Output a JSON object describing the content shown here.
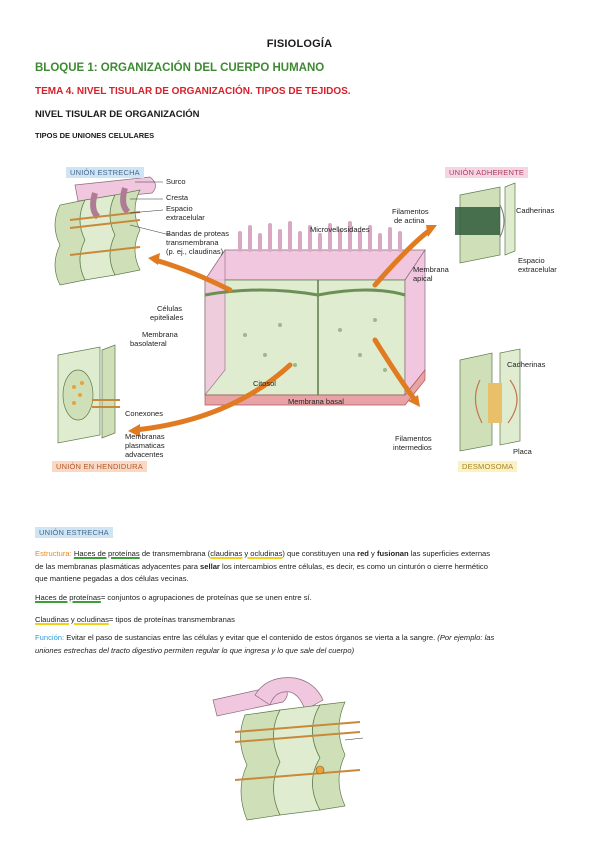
{
  "header": {
    "title": "FISIOLOGÍA",
    "bloque": "BLOQUE 1: ORGANIZACIÓN DEL CUERPO HUMANO",
    "tema": "TEMA 4. NIVEL TISULAR DE ORGANIZACIÓN. TIPOS DE TEJIDOS.",
    "nivel": "NIVEL TISULAR DE ORGANIZACIÓN",
    "tipos": "TIPOS DE UNIONES CELULARES"
  },
  "figure": {
    "tags": {
      "estrecha": "UNIÓN ESTRECHA",
      "adherente": "UNIÓN ADHERENTE",
      "hendidura": "UNIÓN EN HENDIDURA",
      "desmosoma": "DESMOSOMA"
    },
    "labels": {
      "surco": "Surco",
      "cresta": "Cresta",
      "espacio1": "Espacio",
      "espacio2": "extracelular",
      "bandas1": "Bandas de proteas",
      "bandas2": "transmembrana",
      "bandas3": "(p. ej., claudinas)",
      "microvellosidades": "Microvellosidades",
      "filamentos_actina1": "Filamentos",
      "filamentos_actina2": "de actina",
      "cadherinas": "Cadherinas",
      "espacio_b1": "Espacio",
      "espacio_b2": "extracelular",
      "membrana_apical1": "Membrana",
      "membrana_apical2": "apical",
      "celulas1": "Células",
      "celulas2": "epiteliales",
      "membrana_bas1": "Membrana",
      "membrana_bas2": "basolateral",
      "citosol": "Citosol",
      "membrana_basal": "Membrana basal",
      "conexones": "Conexones",
      "membranas1": "Membranas",
      "membranas2": "plasmaticas",
      "membranas3": "advacentes",
      "cadherinas2": "Cadherinas",
      "filamentos_int1": "Filamentos",
      "filamentos_int2": "intermedios",
      "placa": "Placa"
    }
  },
  "section": {
    "tag": "UNIÓN ESTRECHA",
    "estructura": {
      "label": "Estructura:",
      "haces": "Haces de proteínas",
      "t1": " de transmembrana (",
      "claudinas": "claudinas y ocludinas",
      "t2": ") que constituyen una ",
      "red": "red",
      "t3": " y ",
      "fusionan": "fusionan",
      "t4": " las superficies externas",
      "line2a": "de las membranas plasmáticas adyacentes para ",
      "sellar": "sellar",
      "line2b": " los intercambios entre células, es decir, es como un cinturón o cierre hermético",
      "line3": "que mantiene pegadas a dos células vecinas."
    },
    "def1": {
      "term": "Haces de proteínas",
      "rest": "= conjuntos o agrupaciones de proteínas que se unen entre sí."
    },
    "def2": {
      "term": "Claudinas y ocludinas",
      "rest": "= tipos de proteínas transmembranas"
    },
    "funcion": {
      "label": "Función:",
      "text": " Evitar el paso de sustancias entre las células y evitar que el contenido de estos órganos se vierta a la sangre. ",
      "example1": "(Por ejemplo: las",
      "example2": "uniones estrechas del tracto digestivo permiten regular lo que ingresa y lo que sale del cuerpo)"
    }
  },
  "colors": {
    "green": "#3e8a33",
    "red": "#d8202a",
    "orange_arrow": "#e07b22",
    "cell_pink": "#f1c7df",
    "cell_green": "#dfeccf"
  }
}
